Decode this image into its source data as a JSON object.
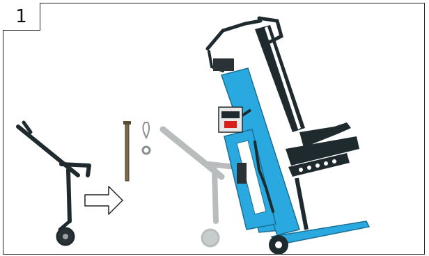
{
  "step": {
    "number": "1"
  },
  "colors": {
    "frame": "#222222",
    "splitter_blue": "#29a9df",
    "dark": "#1f2a2e",
    "ghost": "#b9bcbd",
    "pin": "#7a6a4a",
    "battery_red": "#d9211c"
  },
  "icons": [
    "transport-handle-with-wheel",
    "arrow-right-icon",
    "pin",
    "cotter-pin",
    "washer",
    "ghost-handle",
    "log-splitter"
  ]
}
